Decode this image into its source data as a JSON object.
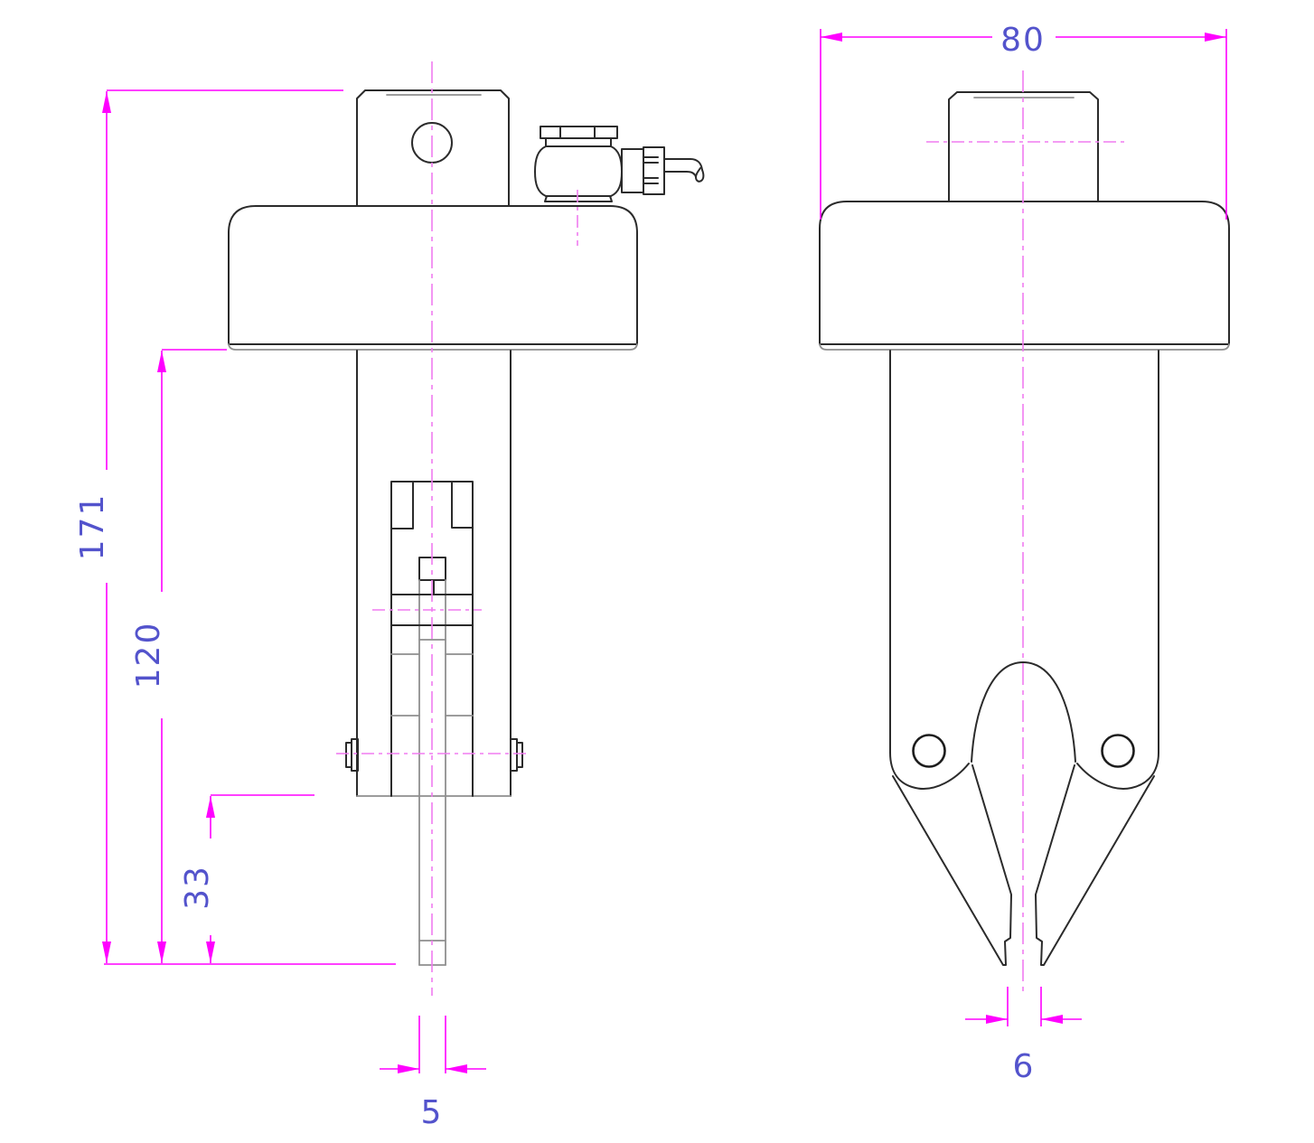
{
  "drawing": {
    "description": "Two-view orthographic CAD drawing of a pneumatic gripper tool",
    "dimensions": {
      "overall_height": "171",
      "lower_height": "120",
      "tip_offset": "33",
      "rod_width": "5",
      "flange_width": "80",
      "jaw_gap": "6"
    },
    "colors": {
      "geometry": "#2b2b2b",
      "dimension_line": "#ff00ff",
      "centerline": "#f07cf0",
      "dimension_text": "#5353cc",
      "background": "#ffffff"
    }
  }
}
